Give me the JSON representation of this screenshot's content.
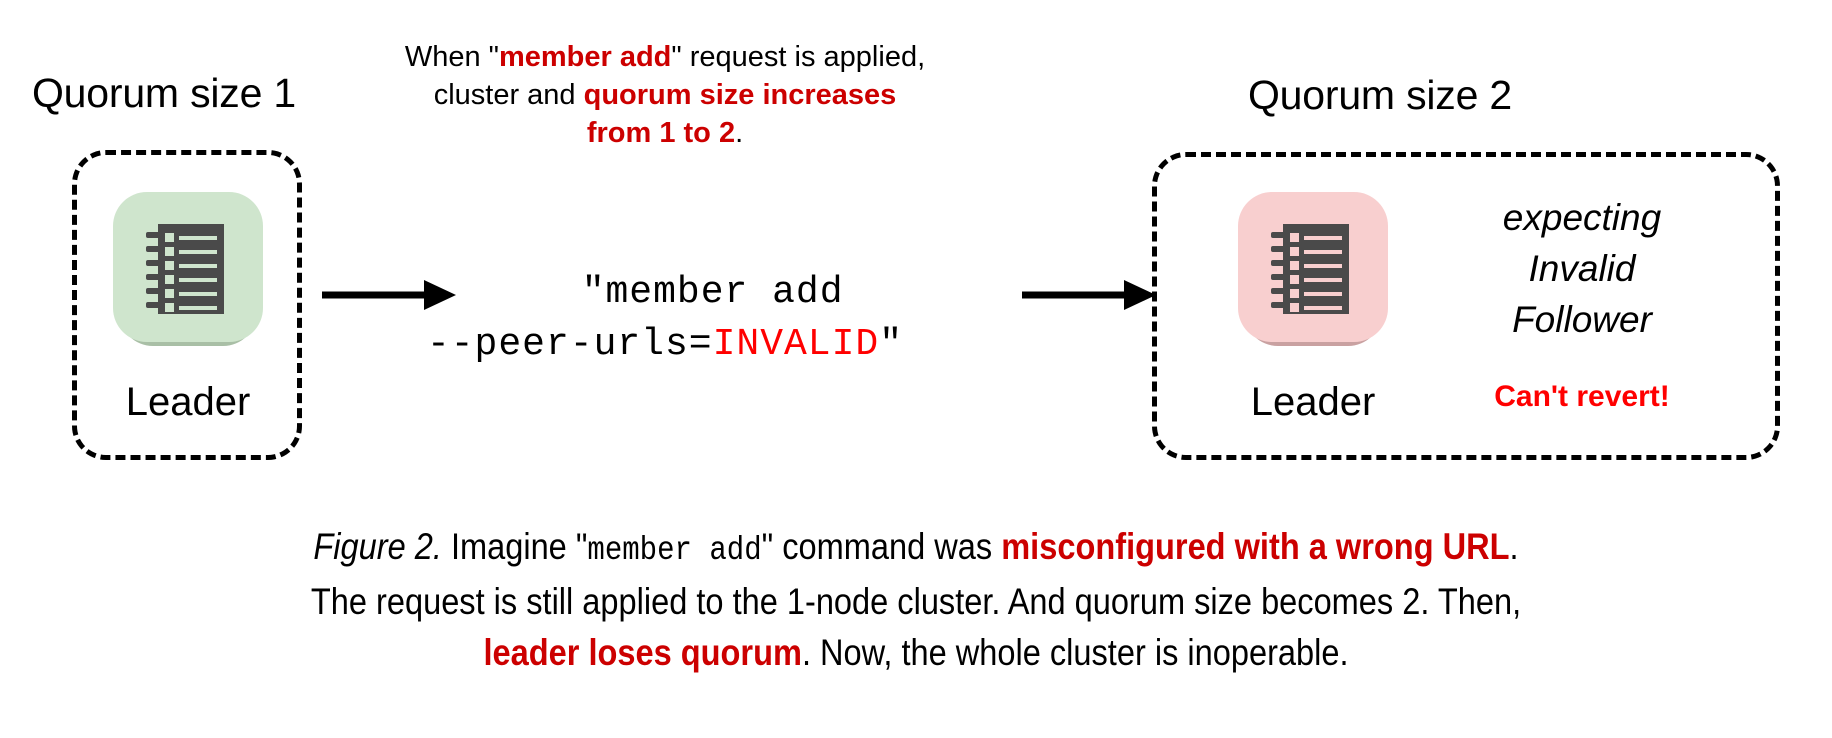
{
  "figure": {
    "left_cluster": {
      "quorum_label": "Quorum size 1",
      "node_label": "Leader",
      "node_color": "#cfe5cd",
      "node_shadow_color": "#a9bfa6"
    },
    "right_cluster": {
      "quorum_label": "Quorum size 2",
      "node_label": "Leader",
      "node_color": "#f8cfcf",
      "node_shadow_color": "#c9a1a1",
      "status_line_1": "expecting",
      "status_line_2": "Invalid",
      "status_line_3": "Follower",
      "warning": "Can't revert!"
    },
    "top_note": {
      "line1_a": "When \"",
      "line1_b": "member add",
      "line1_c": "\" request is applied,",
      "line2_a": "cluster and ",
      "line2_b": "quorum size increases",
      "line3_b": "from 1 to 2",
      "line3_c": "."
    },
    "command": {
      "line1": "\"member add",
      "line2_a": "--peer-urls=",
      "line2_invalid": "INVALID",
      "line2_b": "\""
    },
    "caption": {
      "label": "Figure 2.",
      "t1": " Imagine \"",
      "mono1": "member add",
      "t2": "\" command was ",
      "hl1": "misconfigured with a wrong URL",
      "t3": ".",
      "t4": "The request is still applied to the 1-node cluster. And quorum size becomes 2. Then,",
      "hl2": "leader loses quorum",
      "t5": ". Now, the whole cluster is inoperable."
    },
    "colors": {
      "accent_red": "#cc0000",
      "alert_red": "#ff0000",
      "text_black": "#000000",
      "icon_dark": "#4a4a4a"
    }
  }
}
